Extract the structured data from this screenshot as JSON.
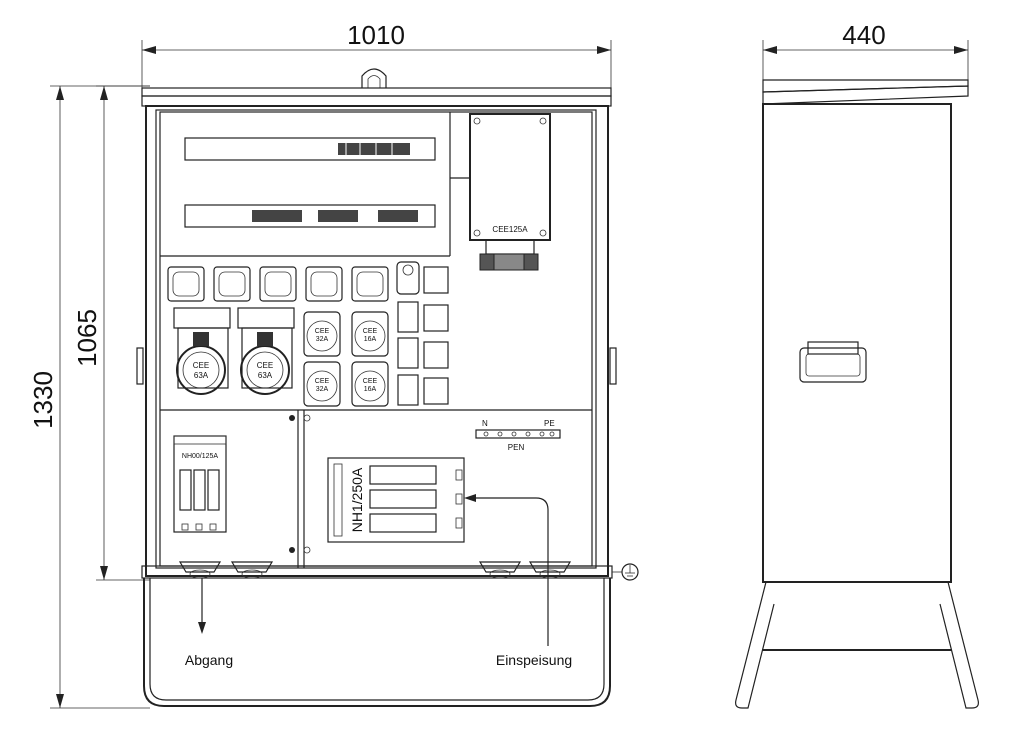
{
  "dimensions": {
    "front_width": "1010",
    "side_width": "440",
    "total_height": "1330",
    "cabinet_height": "1065"
  },
  "labels": {
    "cee125": "CEE125A",
    "cee63_a": "CEE",
    "cee63_b": "63A",
    "cee32_a": "CEE",
    "cee32_b": "32A",
    "cee16_a": "CEE",
    "cee16_b": "16A",
    "nh00": "NH00/125A",
    "nh1": "NH1/250A",
    "neutral": "N",
    "pe": "PE",
    "pen": "PEN",
    "outgoing": "Abgang",
    "feed": "Einspeisung"
  }
}
